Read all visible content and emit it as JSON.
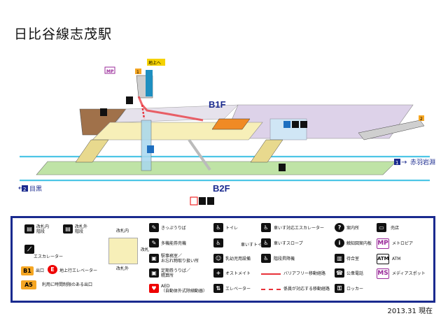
{
  "title": "日比谷線志茂駅",
  "floors": {
    "b1f": "B1F",
    "b2f": "B2F"
  },
  "exits": {
    "exit1": "1",
    "exit2": "2",
    "up_label": "地上へ",
    "mp": "MP"
  },
  "directions": {
    "right_num": "1",
    "right_label": "赤羽岩淵",
    "left_num": "2",
    "left_label": "目黒"
  },
  "legend": {
    "gate_in_stairs": "改札内\n階段",
    "gate_out_stairs": "改札外\n階段",
    "escalator": "エスカレーター",
    "gate_in": "改札内",
    "gate": "改札",
    "gate_out": "改札外",
    "exit_badge": "B1",
    "exit_text": "出口",
    "elevator_badge": "E",
    "elevator_text": "地上行エレベーター",
    "timed_exit_badge": "A5",
    "timed_exit_text": "利用に時間制限のある出口",
    "ticket_counter": "きっぷうりば",
    "multi_machine": "多機能券売機",
    "station_office": "駅事務室／\nお忘れ物取り扱い所",
    "commuter": "定期券うりば／\n精算所",
    "aed": "AED\n（自動体外式除細動器）",
    "toilet": "トイレ",
    "wheelchair_toilet": "車いすトイレ",
    "ostomate": "オストメイト",
    "elevator": "エレベーター",
    "wc_escalator": "車いす対応エスカレーター",
    "wc_slope": "車いすスロープ",
    "baby_seat": "乳幼児用設備",
    "stair_lift": "階段昇降機",
    "barrier_free_route": "バリアフリー移動経路",
    "staff_route": "係員が対応する移動経路",
    "info": "案内所",
    "braille_map": "触知図案内板",
    "waiting_room": "待合室",
    "phone": "公衆電話",
    "locker": "ロッカー",
    "shop": "売店",
    "mp_badge": "MP",
    "metropia": "メトロピア",
    "atm_badge": "ATM",
    "atm": "ATM",
    "ms_badge": "MS",
    "media_spot": "メディアスポット"
  },
  "colors": {
    "concourse": "#f7efb8",
    "platform": "#bfe3a6",
    "track": "#4ec6e6",
    "border": "#1a2a8f",
    "route": "#e8323a",
    "purple_area": "#ddd2e9",
    "brown": "#a0714a"
  },
  "date": "2013.31 現在"
}
